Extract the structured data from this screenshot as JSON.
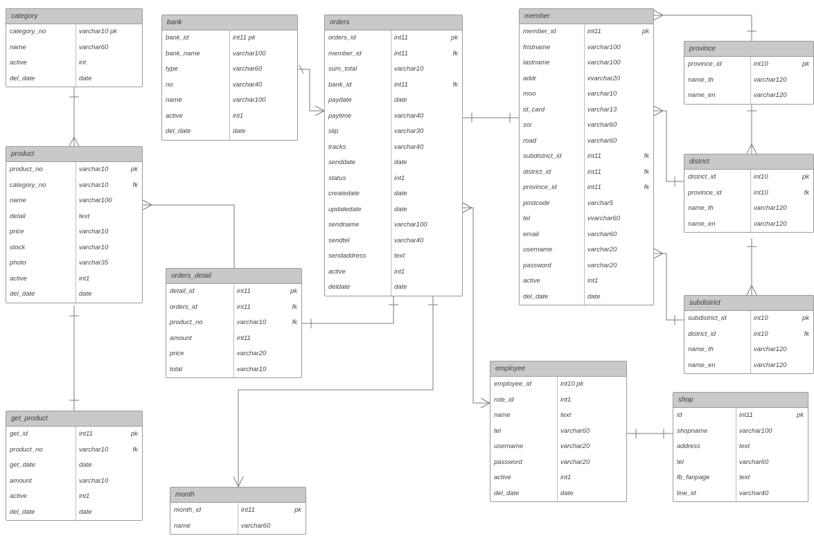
{
  "diagram": {
    "colors": {
      "header_bg": "#c9c9c9",
      "border": "#9a9a9a",
      "line": "#7a7a7a",
      "text": "#444444"
    },
    "entities": [
      {
        "id": "category",
        "title": "category",
        "fields": [
          {
            "name": "category_no",
            "type": "varchar10 pk",
            "key": ""
          },
          {
            "name": "name",
            "type": "varchar60",
            "key": ""
          },
          {
            "name": "active",
            "type": "int",
            "key": ""
          },
          {
            "name": "del_date",
            "type": "date",
            "key": ""
          }
        ]
      },
      {
        "id": "bank",
        "title": "bank",
        "fields": [
          {
            "name": "bank_id",
            "type": "int11 pk",
            "key": ""
          },
          {
            "name": "bank_name",
            "type": "varchar100",
            "key": ""
          },
          {
            "name": "type",
            "type": "varchar60",
            "key": ""
          },
          {
            "name": "no",
            "type": "varchar40",
            "key": ""
          },
          {
            "name": "name",
            "type": "varchar100",
            "key": ""
          },
          {
            "name": "active",
            "type": "int1",
            "key": ""
          },
          {
            "name": "del_date",
            "type": "date",
            "key": ""
          }
        ]
      },
      {
        "id": "orders",
        "title": "orders",
        "fields": [
          {
            "name": "orders_id",
            "type": "int11",
            "key": "pk"
          },
          {
            "name": "member_id",
            "type": "int11",
            "key": "fk"
          },
          {
            "name": "sum_total",
            "type": "varchar10",
            "key": ""
          },
          {
            "name": "bank_id",
            "type": "int11",
            "key": "fk"
          },
          {
            "name": "paydate",
            "type": "date",
            "key": ""
          },
          {
            "name": "paytime",
            "type": "varchar40",
            "key": ""
          },
          {
            "name": "slip",
            "type": "varchar30",
            "key": ""
          },
          {
            "name": "tracks",
            "type": "varchar40",
            "key": ""
          },
          {
            "name": "senddate",
            "type": "date",
            "key": ""
          },
          {
            "name": "status",
            "type": "int1",
            "key": ""
          },
          {
            "name": "createdate",
            "type": "date",
            "key": ""
          },
          {
            "name": "updatedate",
            "type": "date",
            "key": ""
          },
          {
            "name": "sendname",
            "type": "varchar100",
            "key": ""
          },
          {
            "name": "sendtel",
            "type": "varchar40",
            "key": ""
          },
          {
            "name": "sendaddress",
            "type": "text",
            "key": ""
          },
          {
            "name": "active",
            "type": "int1",
            "key": ""
          },
          {
            "name": "deldate",
            "type": "date",
            "key": ""
          }
        ]
      },
      {
        "id": "member",
        "title": "member",
        "fields": [
          {
            "name": "member_id",
            "type": "int11",
            "key": "pk"
          },
          {
            "name": "fristname",
            "type": "varchar100",
            "key": ""
          },
          {
            "name": "lastname",
            "type": "varchar100",
            "key": ""
          },
          {
            "name": "addr",
            "type": "vvarchar20",
            "key": ""
          },
          {
            "name": "moo",
            "type": "varchar10",
            "key": ""
          },
          {
            "name": "id_card",
            "type": "varchar13",
            "key": ""
          },
          {
            "name": "soi",
            "type": "varchar60",
            "key": ""
          },
          {
            "name": "road",
            "type": "varchar60",
            "key": ""
          },
          {
            "name": "subdistrict_id",
            "type": "int11",
            "key": "fk"
          },
          {
            "name": "district_id",
            "type": "int11",
            "key": "fk"
          },
          {
            "name": "province_id",
            "type": "int11",
            "key": "fk"
          },
          {
            "name": "postcode",
            "type": "varchar5",
            "key": ""
          },
          {
            "name": "tel",
            "type": "vvarchar60",
            "key": ""
          },
          {
            "name": "email",
            "type": "varchar60",
            "key": ""
          },
          {
            "name": "username",
            "type": "varchar20",
            "key": ""
          },
          {
            "name": "password",
            "type": "varchar20",
            "key": ""
          },
          {
            "name": "active",
            "type": "int1",
            "key": ""
          },
          {
            "name": "del_date",
            "type": "date",
            "key": ""
          }
        ]
      },
      {
        "id": "province",
        "title": "province",
        "fields": [
          {
            "name": "province_id",
            "type": "int10",
            "key": "pk"
          },
          {
            "name": "name_th",
            "type": "varchar120",
            "key": ""
          },
          {
            "name": "name_en",
            "type": "varchar120",
            "key": ""
          }
        ]
      },
      {
        "id": "district",
        "title": "district",
        "fields": [
          {
            "name": "district_id",
            "type": "int10",
            "key": "pk"
          },
          {
            "name": "province_id",
            "type": "int10",
            "key": "fk"
          },
          {
            "name": "name_th",
            "type": "varchar120",
            "key": ""
          },
          {
            "name": "name_en",
            "type": "varchar120",
            "key": ""
          }
        ]
      },
      {
        "id": "subdistrict",
        "title": "subdistrict",
        "fields": [
          {
            "name": "subdistrict_id",
            "type": "int10",
            "key": "pk"
          },
          {
            "name": "district_id",
            "type": "int10",
            "key": "fk"
          },
          {
            "name": "name_th",
            "type": "varchar120",
            "key": ""
          },
          {
            "name": "name_en",
            "type": "varchar120",
            "key": ""
          }
        ]
      },
      {
        "id": "product",
        "title": "product",
        "fields": [
          {
            "name": "product_no",
            "type": "varchar10",
            "key": "pk"
          },
          {
            "name": "category_no",
            "type": "varchar10",
            "key": "fk"
          },
          {
            "name": "name",
            "type": "varchar100",
            "key": ""
          },
          {
            "name": "detail",
            "type": "text",
            "key": ""
          },
          {
            "name": "price",
            "type": "varchar10",
            "key": ""
          },
          {
            "name": "stock",
            "type": "varchar10",
            "key": ""
          },
          {
            "name": "photo",
            "type": "varchar35",
            "key": ""
          },
          {
            "name": "active",
            "type": "int1",
            "key": ""
          },
          {
            "name": "del_date",
            "type": "date",
            "key": ""
          }
        ]
      },
      {
        "id": "orders_detail",
        "title": "orders_detail",
        "fields": [
          {
            "name": "detail_id",
            "type": "int11",
            "key": "pk"
          },
          {
            "name": "orders_id",
            "type": "int11",
            "key": "fk"
          },
          {
            "name": "product_no",
            "type": "varchar10",
            "key": "fk"
          },
          {
            "name": "amount",
            "type": "int11",
            "key": ""
          },
          {
            "name": "price",
            "type": "varchar20",
            "key": ""
          },
          {
            "name": "total",
            "type": "varchar10",
            "key": ""
          }
        ]
      },
      {
        "id": "employee",
        "title": "employee",
        "fields": [
          {
            "name": "employee_id",
            "type": "int10 pk",
            "key": ""
          },
          {
            "name": "role_id",
            "type": "int1",
            "key": ""
          },
          {
            "name": "name",
            "type": "text",
            "key": ""
          },
          {
            "name": "tel",
            "type": "varchar60",
            "key": ""
          },
          {
            "name": "username",
            "type": "varchar20",
            "key": ""
          },
          {
            "name": "password",
            "type": "varchar20",
            "key": ""
          },
          {
            "name": "active",
            "type": "int1",
            "key": ""
          },
          {
            "name": "del_date",
            "type": "date",
            "key": ""
          }
        ]
      },
      {
        "id": "shop",
        "title": "shop",
        "fields": [
          {
            "name": "id",
            "type": "int11",
            "key": "pk"
          },
          {
            "name": "shopname",
            "type": "varchar100",
            "key": ""
          },
          {
            "name": "address",
            "type": "text",
            "key": ""
          },
          {
            "name": "tel",
            "type": "varchar60",
            "key": ""
          },
          {
            "name": "fb_fanpage",
            "type": "text",
            "key": ""
          },
          {
            "name": "line_id",
            "type": "varchar40",
            "key": ""
          }
        ]
      },
      {
        "id": "get_product",
        "title": "get_product",
        "fields": [
          {
            "name": "get_id",
            "type": "int11",
            "key": "pk"
          },
          {
            "name": "product_no",
            "type": "varchar10",
            "key": "fk"
          },
          {
            "name": "get_date",
            "type": "date",
            "key": ""
          },
          {
            "name": "amount",
            "type": "varchar10",
            "key": ""
          },
          {
            "name": "active",
            "type": "int1",
            "key": ""
          },
          {
            "name": "del_date",
            "type": "date",
            "key": ""
          }
        ]
      },
      {
        "id": "month",
        "title": "month",
        "fields": [
          {
            "name": "month_id",
            "type": "int11",
            "key": "pk"
          },
          {
            "name": "name",
            "type": "varchar60",
            "key": ""
          }
        ]
      }
    ]
  }
}
